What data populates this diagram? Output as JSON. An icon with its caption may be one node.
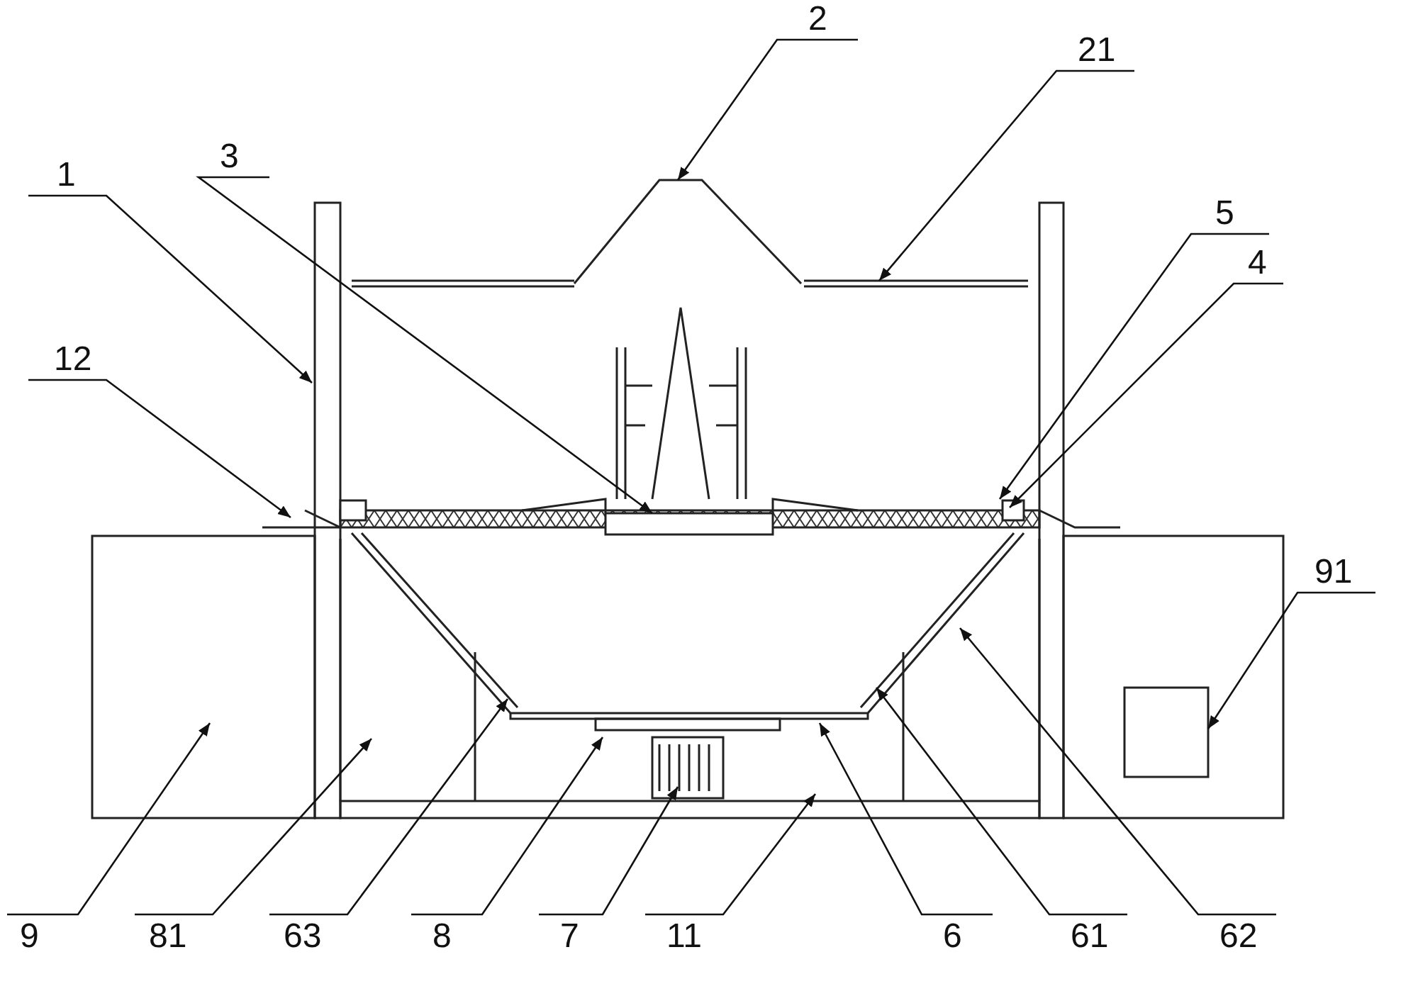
{
  "diagram": {
    "nodes": [
      {
        "text": [
          "2"
        ]
      },
      {
        "text": [
          "21"
        ]
      },
      {
        "text": [
          "1"
        ]
      },
      {
        "text": [
          "3"
        ]
      },
      {
        "text": [
          "5"
        ]
      },
      {
        "text": [
          "4"
        ]
      },
      {
        "text": [
          "12"
        ]
      },
      {
        "text": [
          "91"
        ]
      },
      {
        "text": [
          "9"
        ]
      },
      {
        "text": [
          "81"
        ]
      },
      {
        "text": [
          "63"
        ]
      },
      {
        "text": [
          "8"
        ]
      },
      {
        "text": [
          "7"
        ]
      },
      {
        "text": [
          "11"
        ]
      },
      {
        "text": [
          "6"
        ]
      },
      {
        "text": [
          "61"
        ]
      },
      {
        "text": [
          "62"
        ]
      }
    ],
    "edges": [
      {
        "from": 0,
        "to": null,
        "arrow": "to"
      },
      {
        "from": 1,
        "to": null,
        "arrow": "to"
      },
      {
        "from": 2,
        "to": null,
        "arrow": "to"
      },
      {
        "from": 3,
        "to": null,
        "arrow": "to"
      },
      {
        "from": 4,
        "to": null,
        "arrow": "to"
      },
      {
        "from": 5,
        "to": null,
        "arrow": "to"
      },
      {
        "from": 6,
        "to": null,
        "arrow": "to"
      },
      {
        "from": 7,
        "to": null,
        "arrow": "to"
      },
      {
        "from": 8,
        "to": null,
        "arrow": "to"
      },
      {
        "from": 9,
        "to": null,
        "arrow": "to"
      },
      {
        "from": 10,
        "to": null,
        "arrow": "to"
      },
      {
        "from": 11,
        "to": null,
        "arrow": "to"
      },
      {
        "from": 12,
        "to": null,
        "arrow": "to"
      },
      {
        "from": 13,
        "to": null,
        "arrow": "to"
      },
      {
        "from": 14,
        "to": null,
        "arrow": "to"
      },
      {
        "from": 15,
        "to": null,
        "arrow": "to"
      },
      {
        "from": 16,
        "to": null,
        "arrow": "to"
      }
    ]
  }
}
